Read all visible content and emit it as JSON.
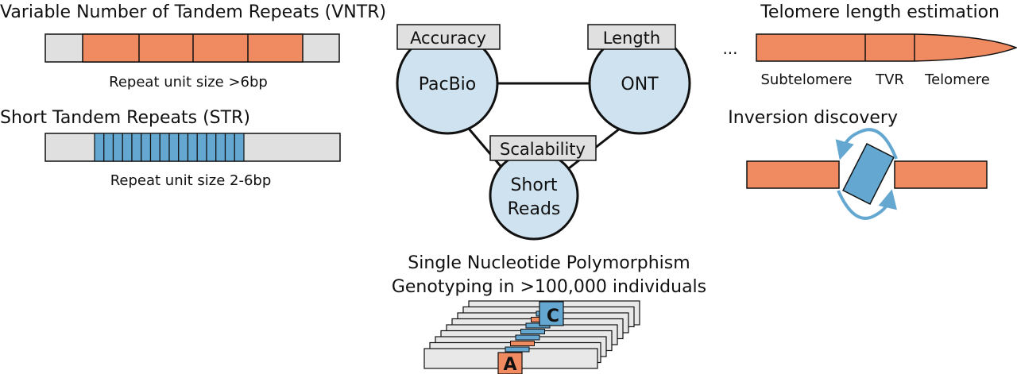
{
  "colors": {
    "orange": "#f08a60",
    "blue": "#64a8d2",
    "gray": "#e0e0e0",
    "circle": "#cfe2ef"
  },
  "vntr": {
    "title": "Variable Number of Tandem Repeats (VNTR)",
    "caption": "Repeat unit size >6bp"
  },
  "str": {
    "title": "Short Tandem Repeats (STR)",
    "caption": "Repeat unit size 2-6bp"
  },
  "tech": {
    "pacbio": {
      "name": "PacBio",
      "tag": "Accuracy"
    },
    "ont": {
      "name": "ONT",
      "tag": "Length"
    },
    "short": {
      "name_line1": "Short",
      "name_line2": "Reads",
      "tag": "Scalability"
    }
  },
  "snp": {
    "title_line1": "Single Nucleotide Polymorphism",
    "title_line2": "Genotyping in >100,000 individuals",
    "allele_top": "C",
    "allele_bottom": "A"
  },
  "telomere": {
    "title": "Telomere length estimation",
    "ellipsis": "...",
    "labels": [
      "Subtelomere",
      "TVR",
      "Telomere"
    ]
  },
  "inversion": {
    "title": "Inversion discovery"
  }
}
